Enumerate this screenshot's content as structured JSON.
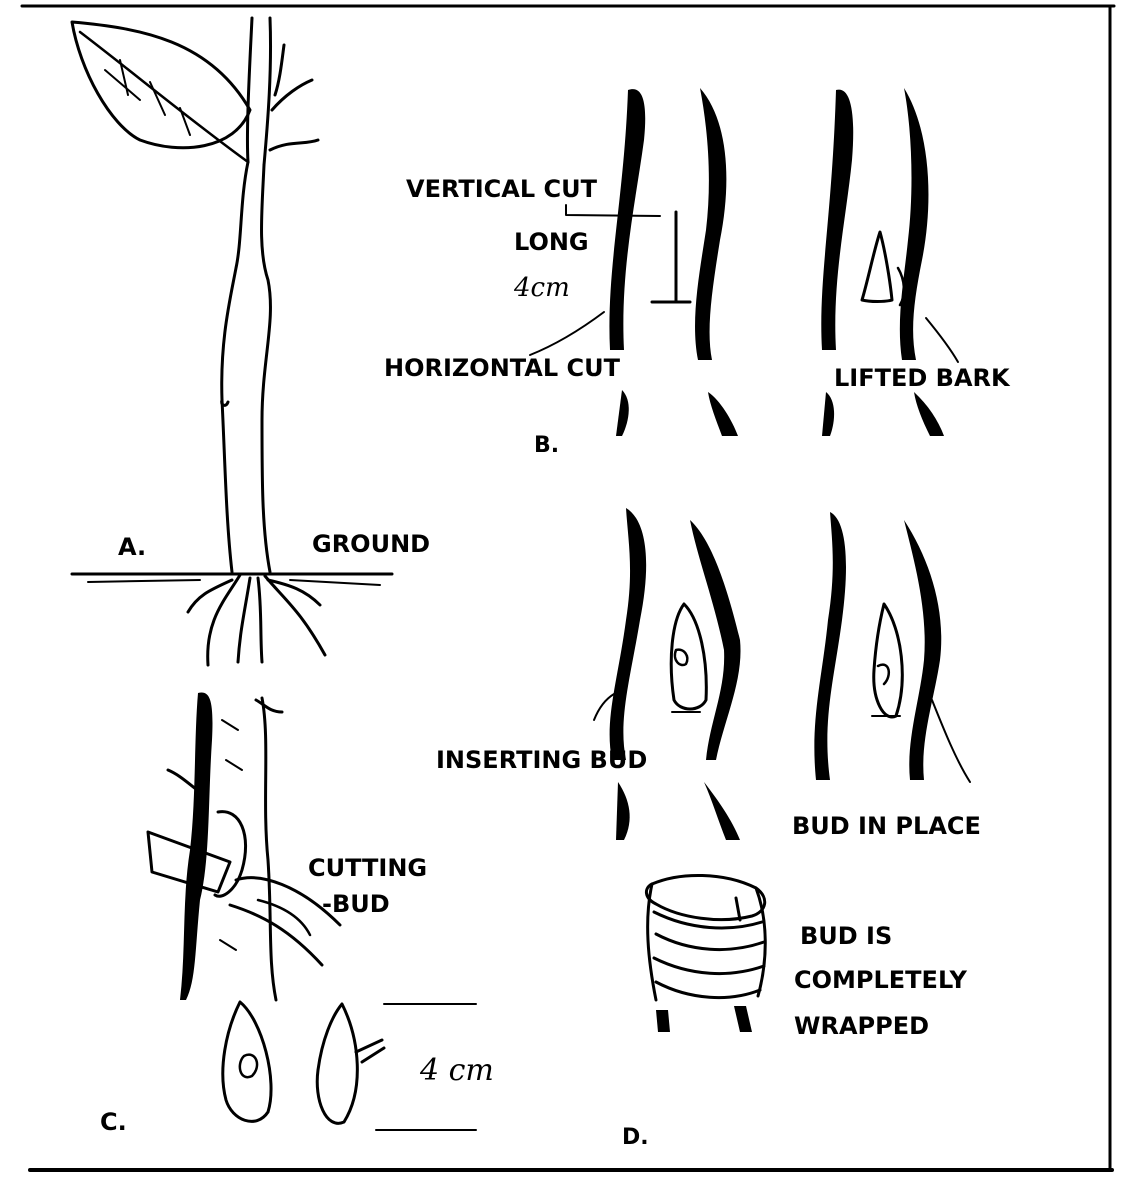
{
  "panel_a": {
    "letter": "A.",
    "ground_label": "GROUND"
  },
  "panel_b": {
    "letter": "B.",
    "vertical_cut": "VERTICAL  CUT",
    "long": "LONG",
    "length": "4cm",
    "horizontal_cut": "HORIZONTAL  CUT",
    "lifted_bark": "LIFTED  BARK"
  },
  "panel_c": {
    "letter": "C.",
    "cutting_line1": "CUTTING",
    "cutting_line2": "-BUD",
    "scale": "4 cm"
  },
  "panel_d": {
    "letter": "D.",
    "inserting_bud": "INSERTING  BUD",
    "bud_in_place": "BUD  IN  PLACE",
    "wrapped_line1": "BUD  IS",
    "wrapped_line2": "COMPLETELY",
    "wrapped_line3": "WRAPPED"
  }
}
